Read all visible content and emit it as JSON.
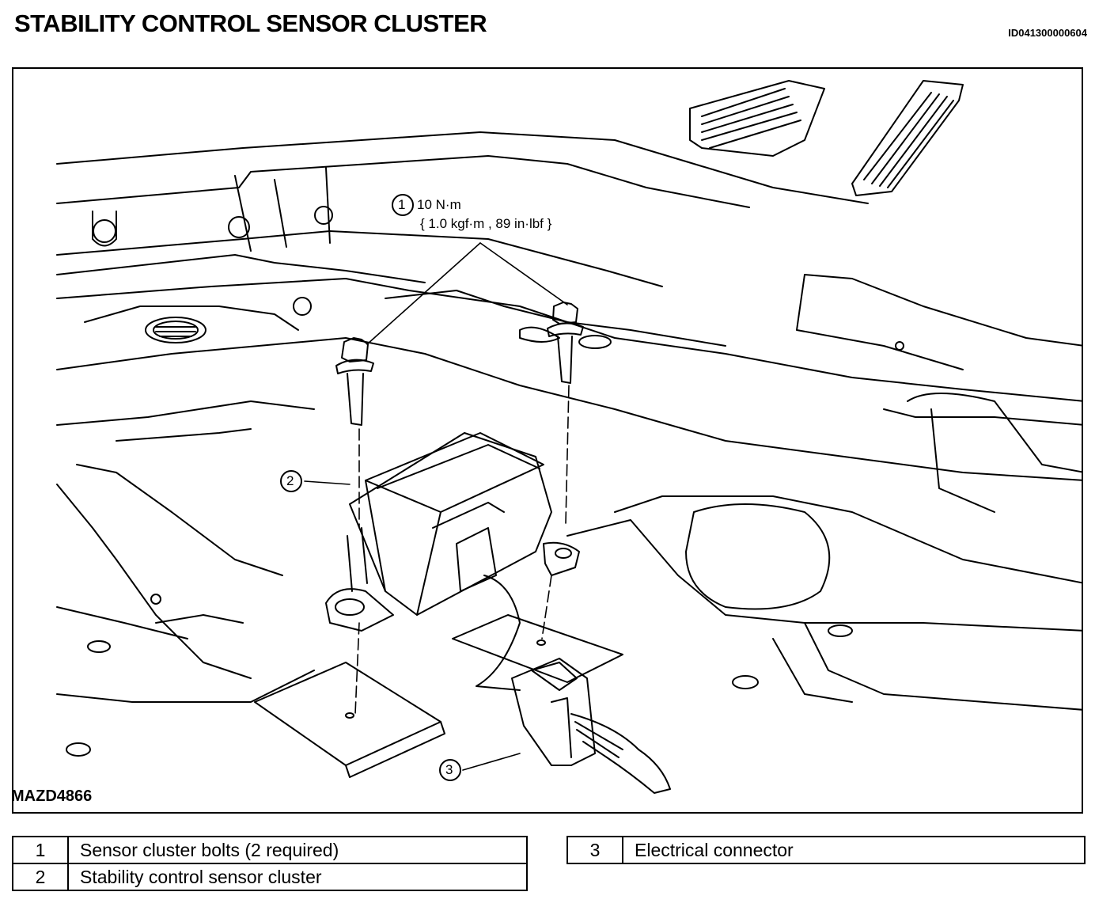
{
  "header": {
    "title": "STABILITY CONTROL SENSOR CLUSTER",
    "doc_id": "ID041300000604"
  },
  "figure": {
    "code": "MAZD4866",
    "callouts": [
      {
        "number": "1",
        "torque_line1": "10 N·m",
        "torque_line2": "{ 1.0 kgf·m , 89 in·lbf }"
      },
      {
        "number": "2"
      },
      {
        "number": "3"
      }
    ]
  },
  "legend": {
    "left": [
      {
        "number": "1",
        "text": "Sensor cluster bolts (2 required)"
      },
      {
        "number": "2",
        "text": "Stability control sensor cluster"
      }
    ],
    "right": [
      {
        "number": "3",
        "text": "Electrical connector"
      }
    ]
  }
}
